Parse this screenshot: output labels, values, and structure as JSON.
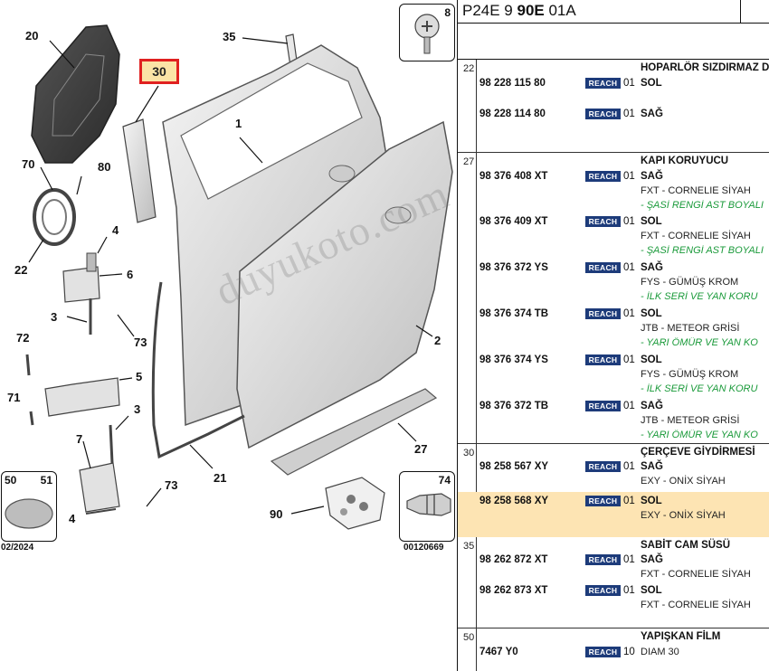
{
  "diagram": {
    "callouts": {
      "c20": "20",
      "c35": "35",
      "c30": "30",
      "c1": "1",
      "c70": "70",
      "c80": "80",
      "c22": "22",
      "c4a": "4",
      "c6": "6",
      "c3a": "3",
      "c73a": "73",
      "c72": "72",
      "c5": "5",
      "c71": "71",
      "c2": "2",
      "c3b": "3",
      "c7": "7",
      "c21": "21",
      "c27": "27",
      "c73b": "73",
      "c4b": "4",
      "c90": "90"
    },
    "inset_top_num": "8",
    "inset_left_a": "50",
    "inset_left_b": "51",
    "inset_left_code": "02/2024",
    "inset_right_num": "74",
    "inset_right_code": "00120669",
    "watermark": "duyukoto.com"
  },
  "header": {
    "ref_prefix": "P24E 9 ",
    "ref_bold": "90E",
    "ref_suffix": " 01A"
  },
  "groups": [
    {
      "num": "22",
      "title": "HOPARLÖR SIZDIRMAZ D",
      "parts": [
        {
          "no": "98 228 115 80",
          "reach": "REACH",
          "qty": "01",
          "side": "SOL"
        },
        {
          "no": "98 228 114 80",
          "reach": "REACH",
          "qty": "01",
          "side": "SAĞ"
        }
      ]
    },
    {
      "num": "27",
      "title": "KAPI KORUYUCU",
      "parts": [
        {
          "no": "98 376 408 XT",
          "reach": "REACH",
          "qty": "01",
          "side": "SAĞ",
          "desc": "FXT - CORNELIE SİYAH",
          "note": "- ŞASİ RENGİ AST BOYALI"
        },
        {
          "no": "98 376 409 XT",
          "reach": "REACH",
          "qty": "01",
          "side": "SOL",
          "desc": "FXT - CORNELIE SİYAH",
          "note": "- ŞASİ RENGİ AST BOYALI"
        },
        {
          "no": "98 376 372 YS",
          "reach": "REACH",
          "qty": "01",
          "side": "SAĞ",
          "desc": "FYS - GÜMÜŞ KROM",
          "note": "- İLK SERİ VE YAN KORU"
        },
        {
          "no": "98 376 374 TB",
          "reach": "REACH",
          "qty": "01",
          "side": "SOL",
          "desc": "JTB - METEOR GRİSİ",
          "note": "- YARI ÖMÜR VE YAN KO"
        },
        {
          "no": "98 376 374 YS",
          "reach": "REACH",
          "qty": "01",
          "side": "SOL",
          "desc": "FYS - GÜMÜŞ KROM",
          "note": "- İLK SERİ VE YAN KORU"
        },
        {
          "no": "98 376 372 TB",
          "reach": "REACH",
          "qty": "01",
          "side": "SAĞ",
          "desc": "JTB - METEOR GRİSİ",
          "note": "- YARI ÖMÜR VE YAN KO"
        }
      ]
    },
    {
      "num": "30",
      "title": "ÇERÇEVE GİYDİRMESİ",
      "parts": [
        {
          "no": "98 258 567 XY",
          "reach": "REACH",
          "qty": "01",
          "side": "SAĞ",
          "desc": "EXY - ONİX SİYAH"
        },
        {
          "no": "98 258 568 XY",
          "reach": "REACH",
          "qty": "01",
          "side": "SOL",
          "desc": "EXY - ONİX SİYAH"
        }
      ]
    },
    {
      "num": "35",
      "title": "SABİT CAM SÜSÜ",
      "parts": [
        {
          "no": "98 262 872 XT",
          "reach": "REACH",
          "qty": "01",
          "side": "SAĞ",
          "desc": "FXT - CORNELIE SİYAH"
        },
        {
          "no": "98 262 873 XT",
          "reach": "REACH",
          "qty": "01",
          "side": "SOL",
          "desc": "FXT - CORNELIE SİYAH"
        }
      ]
    },
    {
      "num": "50",
      "title": "YAPIŞKAN FİLM",
      "parts": [
        {
          "no": "7467 Y0",
          "reach": "REACH",
          "qty": "10",
          "side": "DIAM 30"
        }
      ]
    }
  ],
  "colors": {
    "highlight_row": "#fde4b3",
    "highlight_border": "#e02020",
    "reach_badge": "#1d3b7a",
    "note_text": "#1a9a3a"
  }
}
